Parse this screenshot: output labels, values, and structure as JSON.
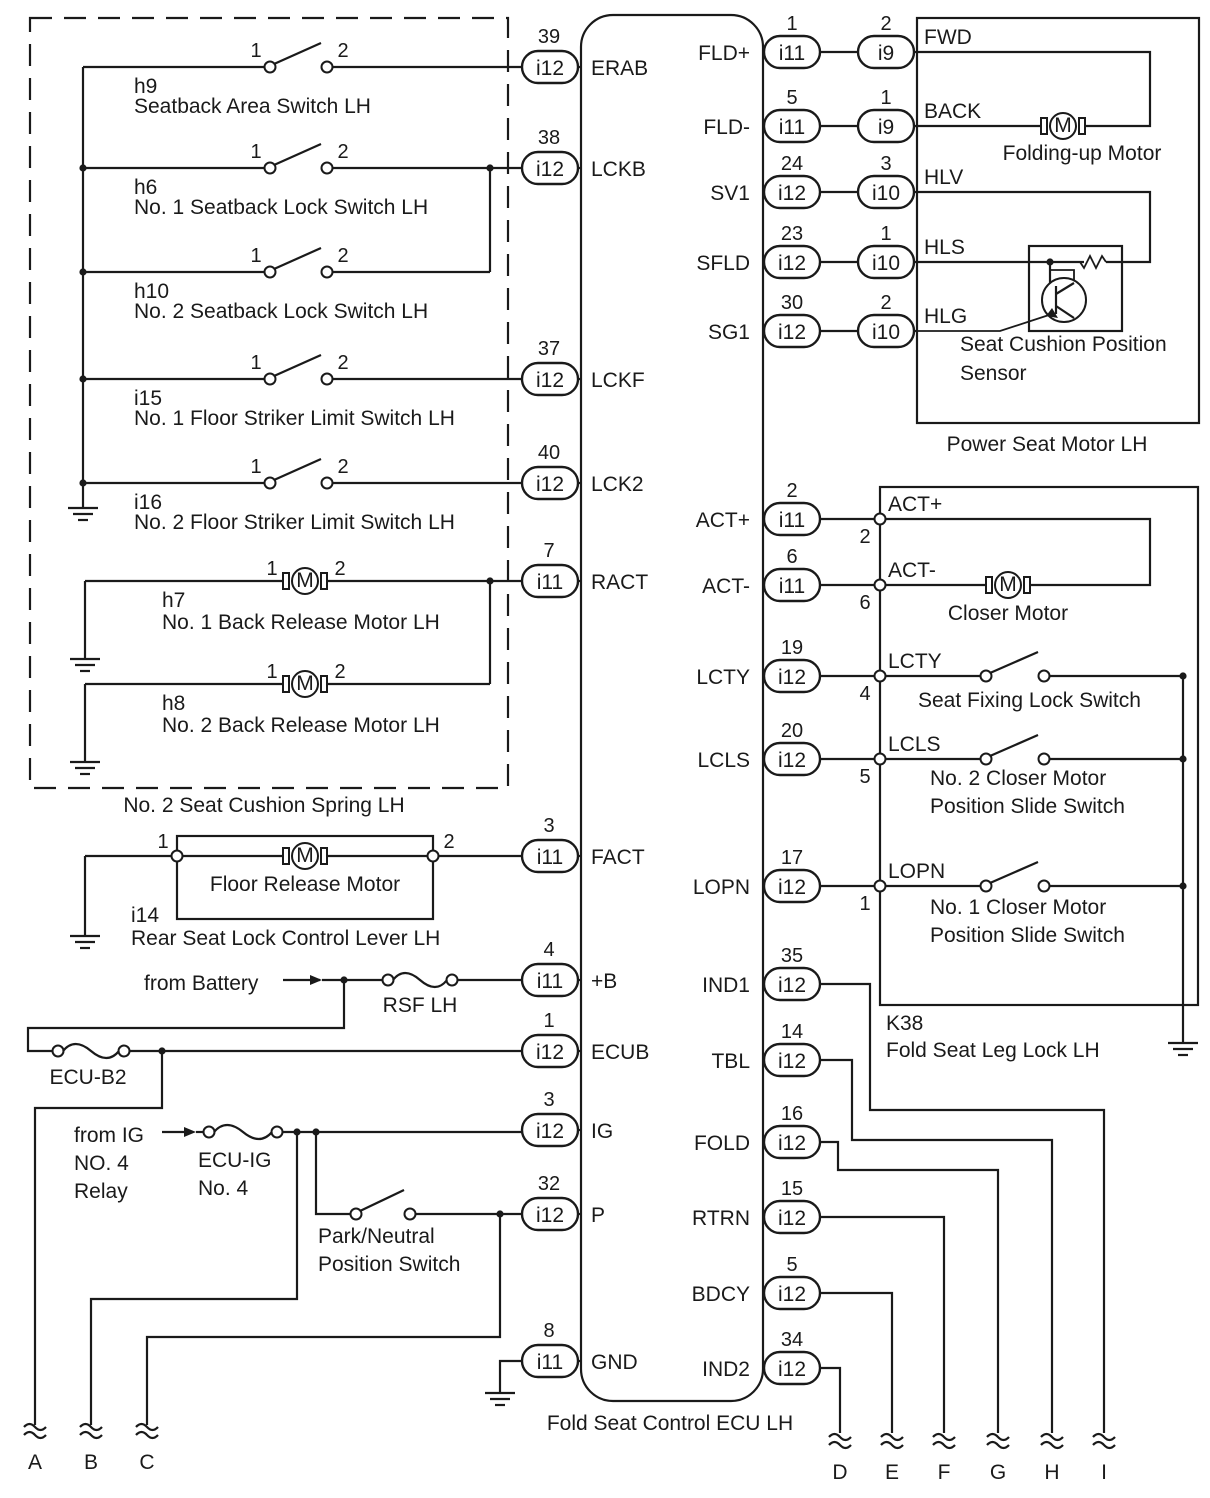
{
  "ecu": {
    "name": "Fold Seat Control ECU LH",
    "left_terminals": [
      {
        "name": "ERAB",
        "pin": "39",
        "conn": "i12"
      },
      {
        "name": "LCKB",
        "pin": "38",
        "conn": "i12"
      },
      {
        "name": "LCKF",
        "pin": "37",
        "conn": "i12"
      },
      {
        "name": "LCK2",
        "pin": "40",
        "conn": "i12"
      },
      {
        "name": "RACT",
        "pin": "7",
        "conn": "i11"
      },
      {
        "name": "FACT",
        "pin": "3",
        "conn": "i11"
      },
      {
        "name": "+B",
        "pin": "4",
        "conn": "i11"
      },
      {
        "name": "ECUB",
        "pin": "1",
        "conn": "i12"
      },
      {
        "name": "IG",
        "pin": "3",
        "conn": "i12"
      },
      {
        "name": "P",
        "pin": "32",
        "conn": "i12"
      },
      {
        "name": "GND",
        "pin": "8",
        "conn": "i11"
      }
    ],
    "right_terminals": [
      {
        "name": "FLD+",
        "pin": "1",
        "conn": "i11",
        "far_pin": "2",
        "far_conn": "i9"
      },
      {
        "name": "FLD-",
        "pin": "5",
        "conn": "i11",
        "far_pin": "1",
        "far_conn": "i9"
      },
      {
        "name": "SV1",
        "pin": "24",
        "conn": "i12",
        "far_pin": "3",
        "far_conn": "i10"
      },
      {
        "name": "SFLD",
        "pin": "23",
        "conn": "i12",
        "far_pin": "1",
        "far_conn": "i10"
      },
      {
        "name": "SG1",
        "pin": "30",
        "conn": "i12",
        "far_pin": "2",
        "far_conn": "i10"
      },
      {
        "name": "ACT+",
        "pin": "2",
        "conn": "i11"
      },
      {
        "name": "ACT-",
        "pin": "6",
        "conn": "i11"
      },
      {
        "name": "LCTY",
        "pin": "19",
        "conn": "i12"
      },
      {
        "name": "LCLS",
        "pin": "20",
        "conn": "i12"
      },
      {
        "name": "LOPN",
        "pin": "17",
        "conn": "i12"
      },
      {
        "name": "IND1",
        "pin": "35",
        "conn": "i12"
      },
      {
        "name": "TBL",
        "pin": "14",
        "conn": "i12"
      },
      {
        "name": "FOLD",
        "pin": "16",
        "conn": "i12"
      },
      {
        "name": "RTRN",
        "pin": "15",
        "conn": "i12"
      },
      {
        "name": "BDCY",
        "pin": "5",
        "conn": "i12"
      },
      {
        "name": "IND2",
        "pin": "34",
        "conn": "i12"
      }
    ]
  },
  "spring": {
    "name": "No. 2 Seat Cushion Spring LH",
    "switches": [
      {
        "code": "h9",
        "name": "Seatback Area Switch LH",
        "p1": "1",
        "p2": "2"
      },
      {
        "code": "h6",
        "name": "No. 1 Seatback Lock Switch LH",
        "p1": "1",
        "p2": "2"
      },
      {
        "code": "h10",
        "name": "No. 2 Seatback Lock Switch LH",
        "p1": "1",
        "p2": "2"
      },
      {
        "code": "i15",
        "name": "No. 1 Floor Striker Limit Switch LH",
        "p1": "1",
        "p2": "2"
      },
      {
        "code": "i16",
        "name": "No. 2 Floor Striker Limit Switch LH",
        "p1": "1",
        "p2": "2"
      }
    ],
    "motors": [
      {
        "code": "h7",
        "name": "No. 1 Back Release Motor LH",
        "p1": "1",
        "p2": "2"
      },
      {
        "code": "h8",
        "name": "No. 2 Back Release Motor LH",
        "p1": "1",
        "p2": "2"
      }
    ]
  },
  "lever": {
    "code": "i14",
    "name": "Rear Seat Lock Control Lever LH",
    "motor": "Floor Release Motor",
    "p1": "1",
    "p2": "2"
  },
  "power": {
    "from_battery": "from Battery",
    "rsf_fuse": "RSF LH",
    "ecub_fuse": "ECU-B2",
    "from_ig": [
      "from IG",
      "NO. 4",
      "Relay"
    ],
    "ig_fuse": [
      "ECU-IG",
      "No. 4"
    ],
    "pn_switch": [
      "Park/Neutral",
      "Position Switch"
    ]
  },
  "power_seat_motor": {
    "name": "Power Seat Motor LH",
    "folding_motor": "Folding-up Motor",
    "sensor": [
      "Seat Cushion Position",
      "Sensor"
    ],
    "wires": [
      "FWD",
      "BACK",
      "HLV",
      "HLS",
      "HLG"
    ]
  },
  "k38": {
    "code": "K38",
    "name": "Fold Seat Leg Lock LH",
    "closer_motor": "Closer Motor",
    "wires": [
      {
        "name": "ACT+",
        "pin": "2"
      },
      {
        "name": "ACT-",
        "pin": "6"
      },
      {
        "name": "LCTY",
        "pin": "4"
      },
      {
        "name": "LCLS",
        "pin": "5"
      },
      {
        "name": "LOPN",
        "pin": "1"
      }
    ],
    "switches": [
      [
        "Seat Fixing Lock Switch"
      ],
      [
        "No. 2 Closer Motor",
        "Position Slide Switch"
      ],
      [
        "No. 1 Closer Motor",
        "Position Slide Switch"
      ]
    ]
  },
  "breaks": [
    "A",
    "B",
    "C",
    "D",
    "E",
    "F",
    "G",
    "H",
    "I"
  ]
}
